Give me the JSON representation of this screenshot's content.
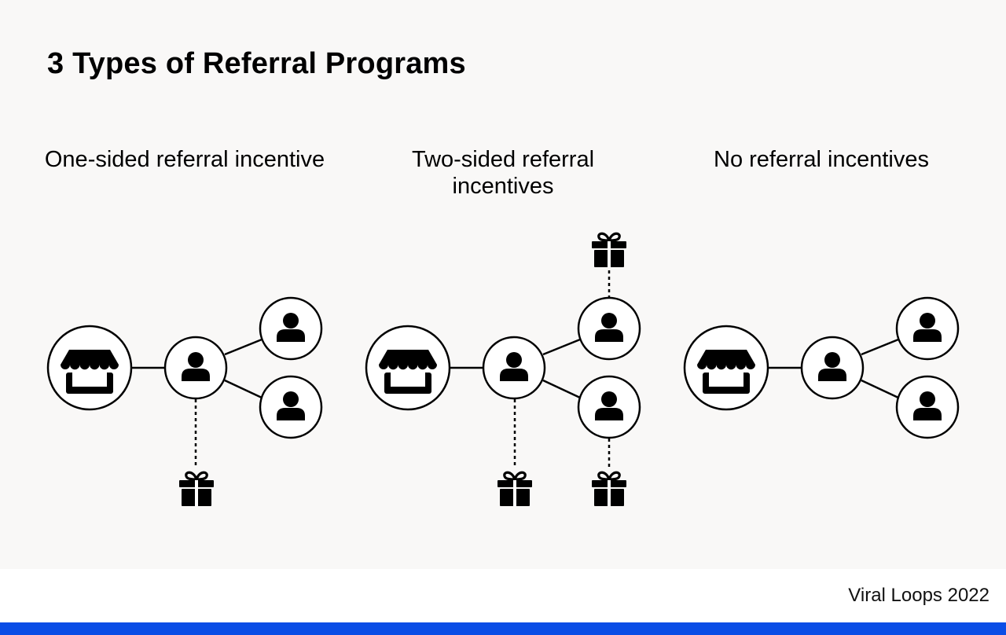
{
  "title": "3 Types of Referral Programs",
  "columns": [
    {
      "title": "One-sided referral incentive"
    },
    {
      "title": "Two-sided referral incentives"
    },
    {
      "title": "No referral incentives"
    }
  ],
  "icons": {
    "store": "store-icon",
    "person": "person-icon",
    "gift": "gift-icon"
  },
  "footer": {
    "credit": "Viral Loops 2022"
  },
  "colors": {
    "background": "#f9f8f7",
    "ink": "#000000",
    "accent": "#0a4de6"
  }
}
